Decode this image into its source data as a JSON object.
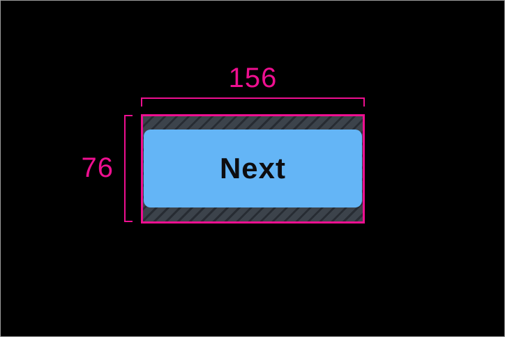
{
  "figure": {
    "type": "touch-target-spec-diagram",
    "width_label": "156",
    "height_label": "76",
    "button_label": "Next"
  },
  "colors": {
    "canvas_bg": "#000000",
    "canvas_border": "#9E9E9E",
    "measure_pink": "#EE0F90",
    "target_fill": "#3C434B",
    "target_hatch": "#272C33",
    "button_fill": "#64B5F6",
    "button_text": "#0D0D10"
  }
}
